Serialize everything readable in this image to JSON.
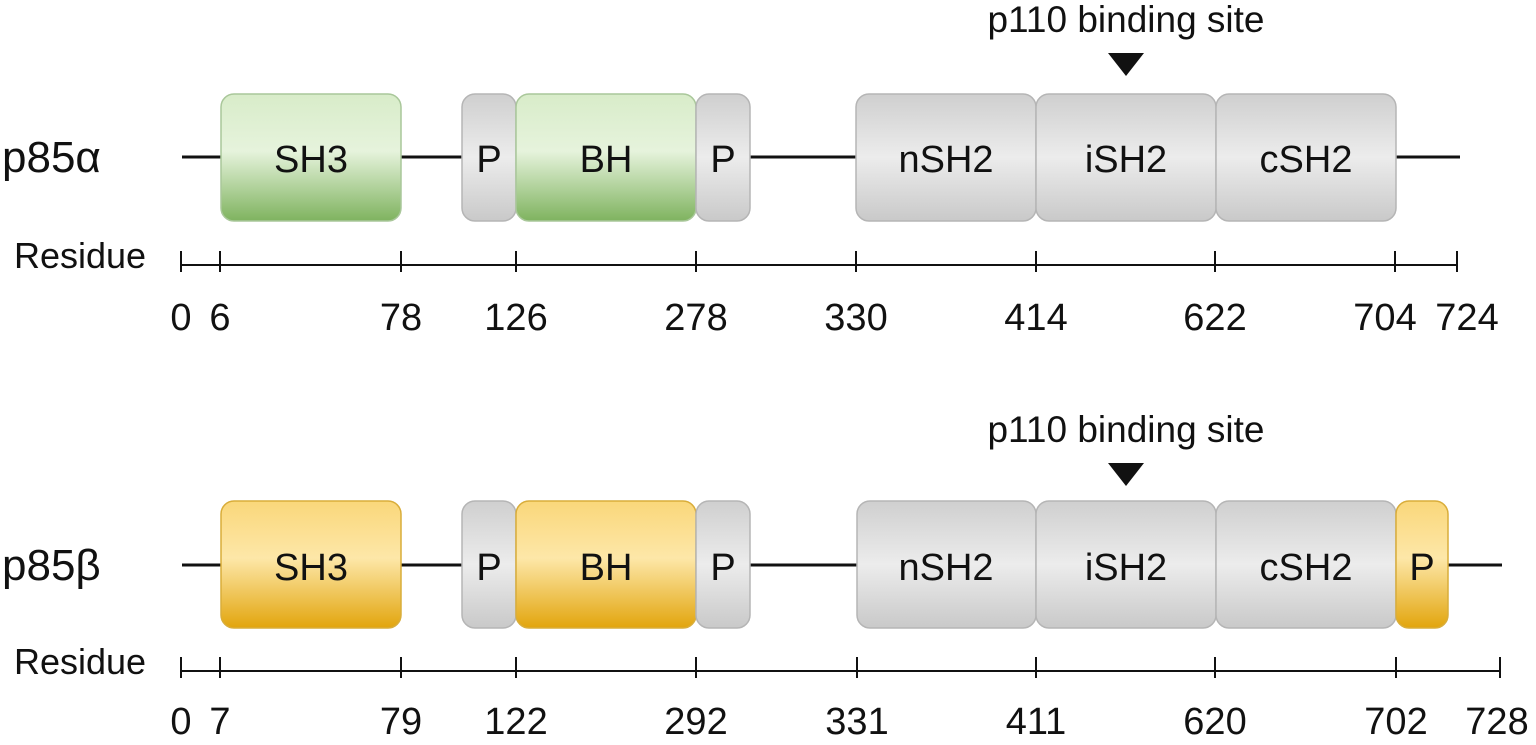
{
  "palette": {
    "grey": "#d7d7d7",
    "green": "#96c77e",
    "yellow": "#f3bf2c",
    "line": "#111111"
  },
  "proteins": [
    {
      "id": "alpha",
      "name": "p85α",
      "axis_label": "Residue",
      "site_label": "p110 binding site",
      "ticks": [
        "0",
        "6",
        "78",
        "126",
        "278",
        "330",
        "414",
        "622",
        "704",
        "724"
      ],
      "domains": [
        {
          "label": "SH3",
          "color": "green"
        },
        {
          "label": "P",
          "color": "grey"
        },
        {
          "label": "BH",
          "color": "green"
        },
        {
          "label": "P",
          "color": "grey"
        },
        {
          "label": "nSH2",
          "color": "grey"
        },
        {
          "label": "iSH2",
          "color": "grey"
        },
        {
          "label": "cSH2",
          "color": "grey"
        }
      ]
    },
    {
      "id": "beta",
      "name": "p85β",
      "axis_label": "Residue",
      "site_label": "p110 binding site",
      "ticks": [
        "0",
        "7",
        "79",
        "122",
        "292",
        "331",
        "411",
        "620",
        "702",
        "728"
      ],
      "domains": [
        {
          "label": "SH3",
          "color": "yellow"
        },
        {
          "label": "P",
          "color": "grey"
        },
        {
          "label": "BH",
          "color": "yellow"
        },
        {
          "label": "P",
          "color": "grey"
        },
        {
          "label": "nSH2",
          "color": "grey"
        },
        {
          "label": "iSH2",
          "color": "grey"
        },
        {
          "label": "cSH2",
          "color": "grey"
        },
        {
          "label": "P",
          "color": "yellow"
        }
      ]
    }
  ]
}
